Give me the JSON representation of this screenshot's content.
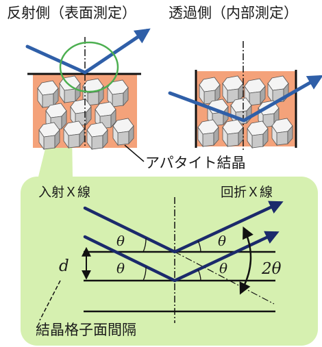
{
  "titles": {
    "reflection": "反射側（表面測定）",
    "transmission": "透過側（内部測定）"
  },
  "labels": {
    "apatite_crystal": "アパタイト結晶",
    "incident_xray": "入射Ｘ線",
    "diffracted_xray": "回折Ｘ線",
    "lattice_spacing": "結晶格子面間隔",
    "d_symbol": "d",
    "theta": "θ",
    "two_theta": "2θ"
  },
  "colors": {
    "beam": "#2f5fa8",
    "sample": "#f4a27a",
    "inset_bg": "#d6f0b0",
    "highlight": "#4caf50",
    "crystal": "#dcdcdc",
    "line": "#111111",
    "arrow": "#1b2a6b"
  }
}
